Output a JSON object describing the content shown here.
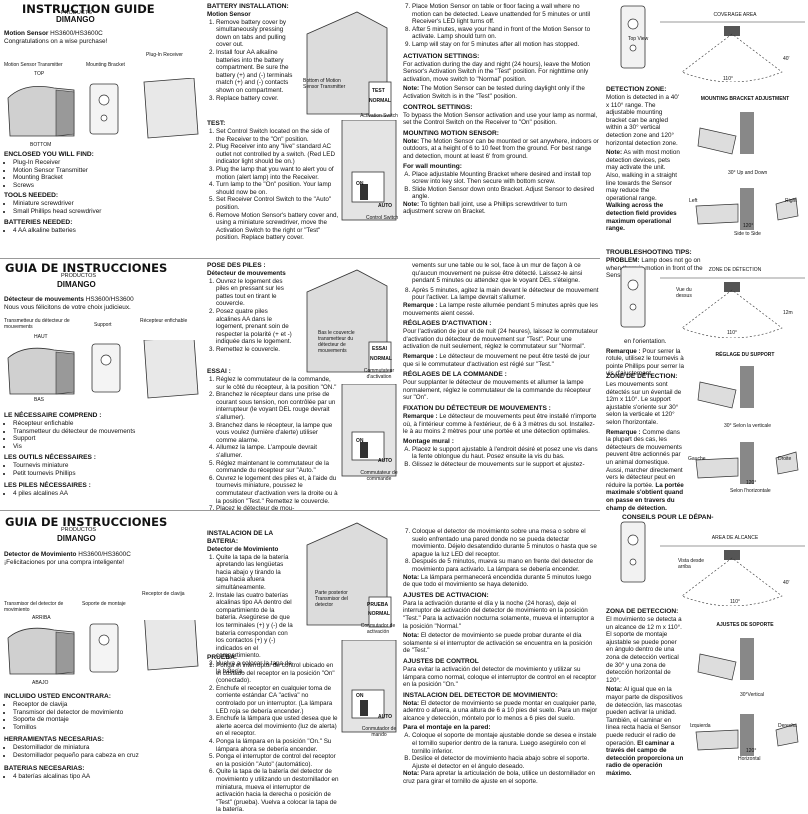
{
  "en": {
    "title": "INSTRUCTION GUIDE",
    "brand": "DIMANGO",
    "sub": "PRODUCTS",
    "model_label": "Motion Sensor",
    "model": "HS3600/HS3600C",
    "congrats": "Congratulations on a wise purchase!",
    "lbl_transmitter": "Motion Sensor Transmitter",
    "lbl_bracket": "Mounting Bracket",
    "lbl_receiver": "Plug-In Receiver",
    "lbl_top": "TOP",
    "lbl_bottom": "BOTTOM",
    "enclosed_h": "ENCLOSED YOU WILL FIND:",
    "enclosed": [
      "Plug-In Receiver",
      "Motion Sensor Transmitter",
      "Mounting Bracket",
      "Screws"
    ],
    "tools_h": "TOOLS NEEDED:",
    "tools": [
      "Miniature screwdriver",
      "Small Phillips head screwdriver"
    ],
    "batt_h": "BATTERIES NEEDED:",
    "batt": [
      "4 AA alkaline batteries"
    ],
    "install_h": "BATTERY INSTALLATION:",
    "install_sub": "Motion Sensor",
    "install": [
      "Remove battery cover by simultaneously pressing down on tabs and pulling cover out.",
      "Install four AA alkaline batteries into the battery compartment. Be sure the battery (+) and (-) terminals match (+) and (-) contacts shown on compartment.",
      "Replace battery cover."
    ],
    "fig_bottom": "Bottom of Motion Sensor Transmitter",
    "fig_test": "TEST",
    "fig_normal": "NORMAL",
    "fig_act": "Activation Switch",
    "fig_on": "ON",
    "fig_auto": "AUTO",
    "fig_ctrl": "Control Switch",
    "test_h": "TEST:",
    "test": [
      "Set Control Switch located on the side of the Receiver to the \"On\" position.",
      "Plug Receiver into any \"live\" standard AC outlet not controlled by a switch. (Red LED indicator light should be on.)",
      "Plug the lamp that you want to alert you of motion (alert lamp) into the Receiver.",
      "Turn lamp to the \"On\" position. Your lamp should now be on.",
      "Set Receiver Control Switch to the \"Auto\" position.",
      "Remove Motion Sensor's battery cover and, using a miniature screwdriver, move the Activation Switch to the right or \"Test\" position. Replace battery cover."
    ],
    "c3_list": [
      "Place Motion Sensor on table or floor facing a wall where no motion can be detected. Leave unattended for 5 minutes or until Receiver's LED light turns off.",
      "After 5 minutes, wave your hand in front of the Motion Sensor to activate. Lamp should turn on.",
      "Lamp will stay on for 5 minutes after all motion has stopped."
    ],
    "act_h": "ACTIVATION SETTINGS:",
    "act": "For activation during the day and night (24 hours), leave the Motion Sensor's Activation Switch in the \"Test\" position. For nighttime only activation, move switch to \"Normal\" position.",
    "act_note": "The Motion Sensor can be tested during daylight only if the Activation Switch is in the \"Test\" position.",
    "ctrl_h": "CONTROL SETTINGS:",
    "ctrl": "To bypass the Motion Sensor activation and use your lamp as normal, set the Control Switch on the Receiver to \"On\" position.",
    "mount_h": "MOUNTING MOTION SENSOR:",
    "mount_note": "The Motion Sensor can be mounted or set anywhere, indoors or outdoors, at a height of 6 to 10 feet from the ground. For best range and detection, mount at least 6' from ground.",
    "wall_h": "For wall mounting:",
    "wall": [
      "Place adjustable Mounting Bracket where desired and install top screw into key slot. Then secure with bottom screw.",
      "Slide Motion Sensor down onto Bracket. Adjust Sensor to desired angle."
    ],
    "wall_note": "To tighten ball joint, use a Phillips screwdriver to turn adjustment screw on Bracket.",
    "cov_title": "COVERAGE AREA",
    "top_view": "Top View",
    "deg110": "110°",
    "ft40": "40'",
    "zone_h": "DETECTION ZONE:",
    "zone": "Motion is detected in a 40' x 110° range. The adjustable mounting bracket can be angled within a 30° vertical detection zone and 120° horizontal detection zone.",
    "zone_note": "As with most motion detection devices, pets may activate the unit. Also, walking in a straight line towards the Sensor may reduce the operational range.",
    "zone_bold": "Walking across the detection field provides maximum operational range.",
    "bracket_title": "MOUNTING BRACKET ADJUSTMENT",
    "up_down": "30° Up and Down",
    "left": "Left",
    "right": "Right",
    "deg120": "120°",
    "side": "Side to Side",
    "trouble_h": "TROUBLESHOOTING TIPS:",
    "trouble": "Lamp does not go on when there is motion in front of the Sensor."
  },
  "fr": {
    "title": "GUIA DE INSTRUCCIONES",
    "sub": "PRODUCTOS",
    "brand": "DIMANGO",
    "model_label": "Détecteur de mouvements",
    "model": "HS3600/HS3600",
    "congrats": "Nous vous félicitons de votre choix judicieux.",
    "lbl_transmitter": "Transmetteur du détecteur de mouvements",
    "lbl_bracket": "Support",
    "lbl_receiver": "Récepteur enfichable",
    "lbl_top": "HAUT",
    "lbl_bottom": "BAS",
    "enclosed_h": "LE NÉCESSAIRE COMPREND :",
    "enclosed": [
      "Récepteur enfichable",
      "Transmetteur du détecteur de mouvements",
      "Support",
      "Vis"
    ],
    "tools_h": "LES OUTILS NÉCESSAIRES :",
    "tools": [
      "Tournevis miniature",
      "Petit tournevis Phillips"
    ],
    "batt_h": "LES PILES NÉCESSAIRES :",
    "batt": [
      "4 piles alcalines AA"
    ],
    "install_h": "POSE DES PILES :",
    "install_sub": "Détecteur de mouvements",
    "install": [
      "Ouvrez le logement des piles en pressant sur les pattes tout en tirant le couvercle.",
      "Posez quatre piles alcalines AA dans le logement, prenant soin de respecter la polarité (+ et -) indiquée dans le logement.",
      "Remettez le couvercle."
    ],
    "fig_bottom": "Bas le couvercle transmetteur du détecteur de mouvements",
    "fig_test": "ESSAI",
    "fig_normal": "NORMAL",
    "fig_act": "Commutateur d'activation",
    "fig_on": "ON",
    "fig_auto": "AUTO",
    "fig_ctrl": "Commutateur de commande",
    "test_h": "ESSAI :",
    "test": [
      "Réglez le commutateur de la commande, sur le côté du récepteur, à la position \"ON.\"",
      "Branchez le récepteur dans une prise de courant sous tension, non contrôlée par un interrupteur (le voyant DEL rouge devrait s'allumer).",
      "Branchez dans le récepteur, la lampe que vous voulez (lumière d'alerte) utiliser comme alarme.",
      "Allumez la lampe. L'ampoule devrait s'allumer.",
      "Réglez maintenant le commutateur de la commande du récepteur sur \"Auto.\"",
      "Ouvrez le logement des piles et, à l'aide du tournevis miniature, poussez le commutateur d'activation vers la droite ou à la position \"Test.\" Remettez le couvercle.",
      "Placez le détecteur de mou-"
    ],
    "c3_cont": "vements sur une table ou le sol, face à un mur de façon à ce qu'aucun mouvement ne puisse être détecté. Laissez-le ainsi pendant 5 minutes ou attendez que le voyant DEL s'éteigne.",
    "c3_list": [
      "Après 5 minutes, agitez la main devant le détecteur de mouvement pour l'activer. La lampe devrait s'allumer."
    ],
    "c3_rem": "La lampe reste allumée pendant 5 minutes après que les mouvements aient cessé.",
    "act_h": "RÉGLAGES D'ACTIVATION :",
    "act": "Pour l'activation de jour et de nuit (24 heures), laissez le commutateur d'activation du détecteur de mouvement sur \"Test\". Pour une activation de nuit seulement, réglez le commutateur sur \"Normal\".",
    "act_note": "Le détecteur de mouvement ne peut être testé de jour que si le commutateur d'activation est réglé sur \"Test.\"",
    "ctrl_h": "RÉGLAGES DE LA COMMANDE :",
    "ctrl": "Pour supplanter le détecteur de mouvements et allumer la lampe normalement, réglez le commutateur de la commande du récepteur sur \"On\".",
    "mount_h": "FIXATION DU DÉTECTEUR DE MOUVEMENTS :",
    "mount_note": "Le détecteur de mouvements peut être installé n'importe où, à l'intérieur comme à l'extérieur, de 6 à 3 mètres du sol. Installez-le à au moins 2 mètres pour une portée et une détection optimales.",
    "wall_h": "Montage mural :",
    "wall": [
      "Placez le support ajustable à l'endroit désiré et posez une vis dans la fente oblongue du haut. Posez ensuite la vis du bas.",
      "Glissez le détecteur de mouvements sur le support et ajustez-"
    ],
    "cov_title": "ZONE DE DÉTECTION",
    "top_view": "Vue du dessus",
    "deg110": "110°",
    "ft12": "12m",
    "orient": "en l'orientation.",
    "rem1": "Pour serrer la rotule, utilisez le tournevis à pointe Phillips pour serrer la vis d'ajustement.",
    "bracket_title": "RÉGLAGE DU SUPPORT",
    "zone_h": "ZONE DE DÉTECTION:",
    "zone": "Les mouvements sont détectés sur un éventail de 12m x 110°. Le support ajustable s'oriente sur 30° selon la verticale et 120° selon l'horizontale.",
    "zone_note": "Comme dans la plupart des cas, les détecteurs de mouvements peuvent être actionnés par un animal domestique. Aussi, marcher directement vers le détecteur peut en réduire la portée.",
    "zone_bold": "La portée maximale s'obtient quand on passe en travers du champ de détection.",
    "vert": "30° Selon la verticale",
    "gauche": "Gauche",
    "droite": "Droite",
    "deg120": "120°",
    "horiz": "Selon l'horizontale",
    "tips": "CONSEILS POUR LE DÉPAN-"
  },
  "es": {
    "title": "GUIA DE INSTRUCCIONES",
    "sub": "PRODUCTOS",
    "brand": "DIMANGO",
    "model_label": "Detector de Movimiento",
    "model": "HS3600/HS3600C",
    "congrats": "¡Felicitaciones por una compra inteligente!",
    "lbl_transmitter": "Transmisor del detector de movimiento",
    "lbl_bracket": "Soporte de montaje",
    "lbl_receiver": "Receptor de clavija",
    "lbl_top": "ARRIBA",
    "lbl_bottom": "ABAJO",
    "enclosed_h": "INCLUIDO USTED ENCONTRARA:",
    "enclosed": [
      "Receptor de clavija",
      "Transmisor del detector de movimiento",
      "Soporte de montaje",
      "Tornillos"
    ],
    "tools_h": "HERRAMIENTAS NECESARIAS:",
    "tools": [
      "Destornillador de miniatura",
      "Destornillador pequeño para cabeza en cruz"
    ],
    "batt_h": "BATERIAS NECESARIAS:",
    "batt": [
      "4 baterías alcalinas tipo AA"
    ],
    "install_h": "INSTALACION DE LA BATERIA:",
    "install_sub": "Detector de Movimiento",
    "install": [
      "Quite la tapa de la batería apretando las lengüetas hacia abajo y tirando la tapa hacia afuera simultáneamente.",
      "Instale las cuatro baterías alcalinas tipo AA dentro del compartimiento de la batería. Asegúrese de que los terminales (+) y (-) de la batería correspondan con los contactos (+) y (-) indicados en el compartimiento.",
      "Vuelva a colocar la tapa de la batería."
    ],
    "fig_bottom": "Parte posterior Transmisor del detector",
    "fig_test": "PRUEBA",
    "fig_normal": "NORMAL",
    "fig_act": "Conmutador de activación",
    "fig_on": "ON",
    "fig_auto": "AUTO",
    "fig_ctrl": "Conmutador de mando",
    "test_h": "PRUEBA:",
    "test": [
      "Ponga el interruptor de control ubicado en el costado del receptor en la posición \"On\" (conectado).",
      "Enchufe el receptor en cualquier toma de corriente estándar CA \"activa\" no controlado por un interruptor. (La lámpara LED roja se debería encender.)",
      "Enchufe la lámpara que usted desea que le alerte acerca del movimiento (luz de alerta) en el receptor.",
      "Ponga la lámpara en la posición \"On.\" Su lámpara ahora se debería encender.",
      "Ponga el interruptor de control del receptor en la posición \"Auto\" (automático).",
      "Quite la tapa de la batería del detector de movimiento y utilizando un destornillador en miniatura, mueva el interruptor de activación hacia la derecha o posición de \"Test\" (prueba). Vuelva a colocar la tapa de la batería."
    ],
    "c3_list": [
      "Coloque el detector de movimiento sobre una mesa o sobre el suelo enfrentado una pared donde no se pueda detectar movimiento. Déjelo desatendido durante 5 minutos o hasta que se apague la luz LED del receptor.",
      "Después de 5 minutos, mueva su mano en frente del detector de movimiento para activarlo. La lámpara se debería encender."
    ],
    "c3_note": "La lámpara permanecerá encendida durante 5 minutos luego de que todo el movimiento se haya detenido.",
    "act_h": "AJUSTES DE ACTIVACION:",
    "act": "Para la activación durante el día y la noche (24 horas), deje el interruptor de activación del detector de movimiento en la posición \"Test.\" Para la activación nocturna solamente, mueva el interruptor a la posición \"Normal.\"",
    "act_note": "El detector de movimiento se puede probar durante el día solamente si el interruptor de activación se encuentra en la posición de \"Test.\"",
    "ctrl_h": "AJUSTES DE CONTROL",
    "ctrl": "Para evitar la activación del detector de movimiento y utilizar su lámpara como normal, coloque el interruptor de control en el receptor en la posición \"On.\"",
    "mount_h": "INSTALACION DEL DETECTOR DE MOVIMIENTO:",
    "mount_note": "El detector de movimiento se puede montar en cualquier parte, adentro o afuera, a una altura de 6 a 10 pies del suelo. Para un mejor alcance y detección, móntelo por lo menos a 6 pies del suelo.",
    "wall_h": "Para el montaje en la pared:",
    "wall": [
      "Coloque el soporte de montaje ajustable donde se desea e instale el tornillo superior dentro de la ranura. Luego asegúrelo con el tornillo inferior.",
      "Deslice el detector de movimiento hacia abajo sobre el soporte. Ajuste el detector en el ángulo deseado."
    ],
    "wall_note": "Para apretar la articulación de bola, utilice un destornillador en cruz para girar el tornillo de ajuste en el soporte.",
    "cov_title": "AREA DE ALCANCE",
    "top_view": "Vista desde arriba",
    "deg110": "110°",
    "ft40": "40'",
    "bracket_title": "AJUSTES DE SOPORTE",
    "vert": "30°Vertical",
    "izq": "Izquierda",
    "der": "Derecha",
    "deg120": "120°",
    "horiz": "Horizontal",
    "zone_h": "ZONA DE DETECCION:",
    "zone": "El movimiento se detecta a un alcance de 12 m x 110°. El soporte de montaje ajustable se puede poner en ángulo dentro de una zona de detección vertical de 30° y una zona de detección horizontal de 120°.",
    "zone_note": "Al igual que en la mayor parte de dispositivos de detección, las mascotas pueden activar la unidad. También, el caminar en línea recta hacia el Sensor puede reducir el radio de operación.",
    "zone_bold": "El caminar a través del campo de detección proporciona un radio de operación máximo."
  },
  "labels": {
    "note": "Note:",
    "nota": "Nota:",
    "remarque": "Remarque :",
    "problem": "PROBLEM:"
  }
}
